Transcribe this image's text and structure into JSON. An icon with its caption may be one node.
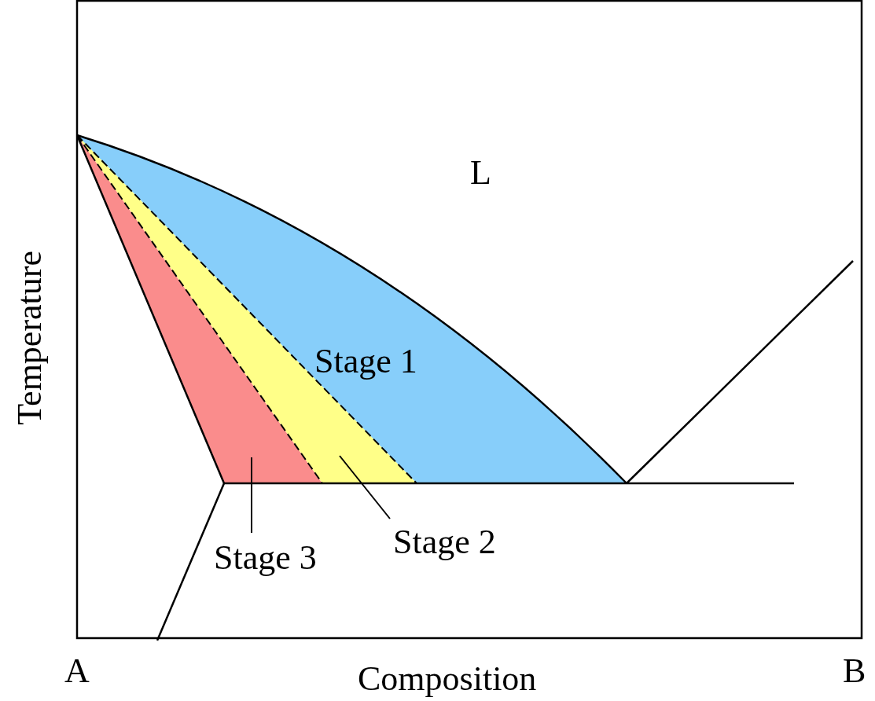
{
  "diagram": {
    "nodes": [
      {
        "text": [
          "Stage 3"
        ]
      },
      {
        "text": [],
        "shape": "triangle"
      },
      {
        "text": [
          "Stage 2"
        ]
      },
      {
        "text": [],
        "shape": "band"
      }
    ],
    "edges": [
      {
        "from": 0,
        "to": 1,
        "arrow": "none"
      },
      {
        "from": 2,
        "to": 3,
        "arrow": "none"
      }
    ],
    "labels": [
      "L",
      "Stage 1",
      "Temperature",
      "A",
      "Composition",
      "B"
    ]
  }
}
